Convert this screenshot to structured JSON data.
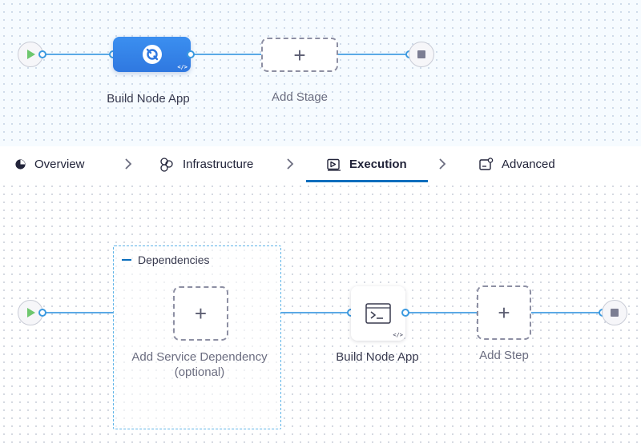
{
  "pipeline": {
    "stage_label": "Build Node App",
    "add_stage_label": "Add Stage"
  },
  "tabs": [
    {
      "label": "Overview",
      "icon": "overview-icon"
    },
    {
      "label": "Infrastructure",
      "icon": "infrastructure-icon"
    },
    {
      "label": "Execution",
      "icon": "execution-icon",
      "active": true
    },
    {
      "label": "Advanced",
      "icon": "advanced-icon"
    }
  ],
  "execution": {
    "dependencies_title": "Dependencies",
    "add_service_dependency_label": "Add Service Dependency",
    "add_service_dependency_sub": "(optional)",
    "step_label": "Build Node App",
    "add_step_label": "Add Step"
  },
  "icons": {
    "code_badge": "</>",
    "terminal_prompt": ">_"
  },
  "colors": {
    "accent": "#0a6ebd",
    "connector": "#5aa9e6",
    "stage_fill": "#3b8ff0",
    "start": "#6ec76e"
  }
}
